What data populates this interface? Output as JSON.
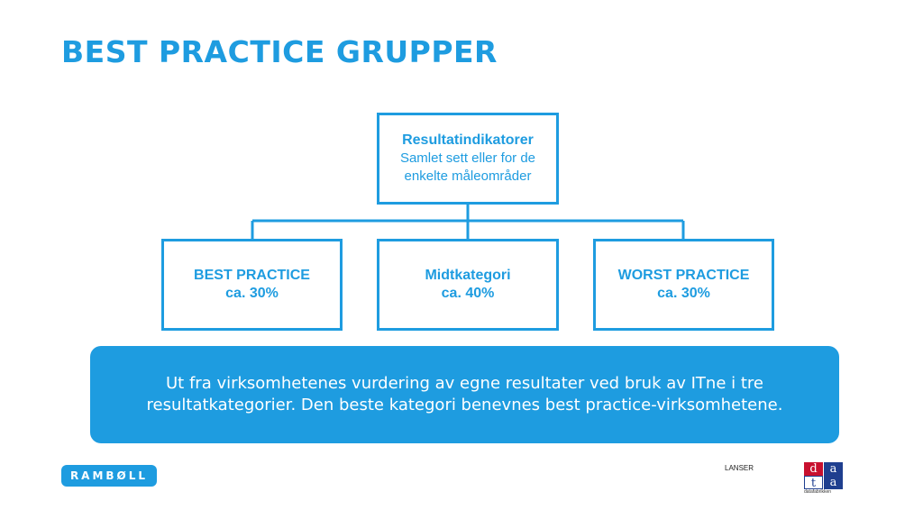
{
  "slide": {
    "title": "BEST PRACTICE GRUPPER"
  },
  "diagram": {
    "top": {
      "heading": "Resultatindikatorer",
      "line1": "Samlet sett eller for de",
      "line2": "enkelte måleområder"
    },
    "children": [
      {
        "heading": "BEST PRACTICE",
        "sub": "ca. 30%"
      },
      {
        "heading": "Midtkategori",
        "sub": "ca. 40%"
      },
      {
        "heading": "WORST PRACTICE",
        "sub": "ca. 30%"
      }
    ]
  },
  "callout": {
    "text": "Ut fra virksomhetenes vurdering av egne resultater ved bruk av ITne i tre resultatkategorier. Den beste kategori benevnes best practice-virksomhetene."
  },
  "footer": {
    "brand": "RAMBØLL",
    "label": "LANSER",
    "logo_letters": [
      "d",
      "a",
      "t",
      "a"
    ],
    "logo_subtext": "datafabrikken"
  },
  "colors": {
    "accent": "#1e9ce0",
    "logo_red": "#c8102e",
    "logo_navy": "#1f3f8f"
  }
}
